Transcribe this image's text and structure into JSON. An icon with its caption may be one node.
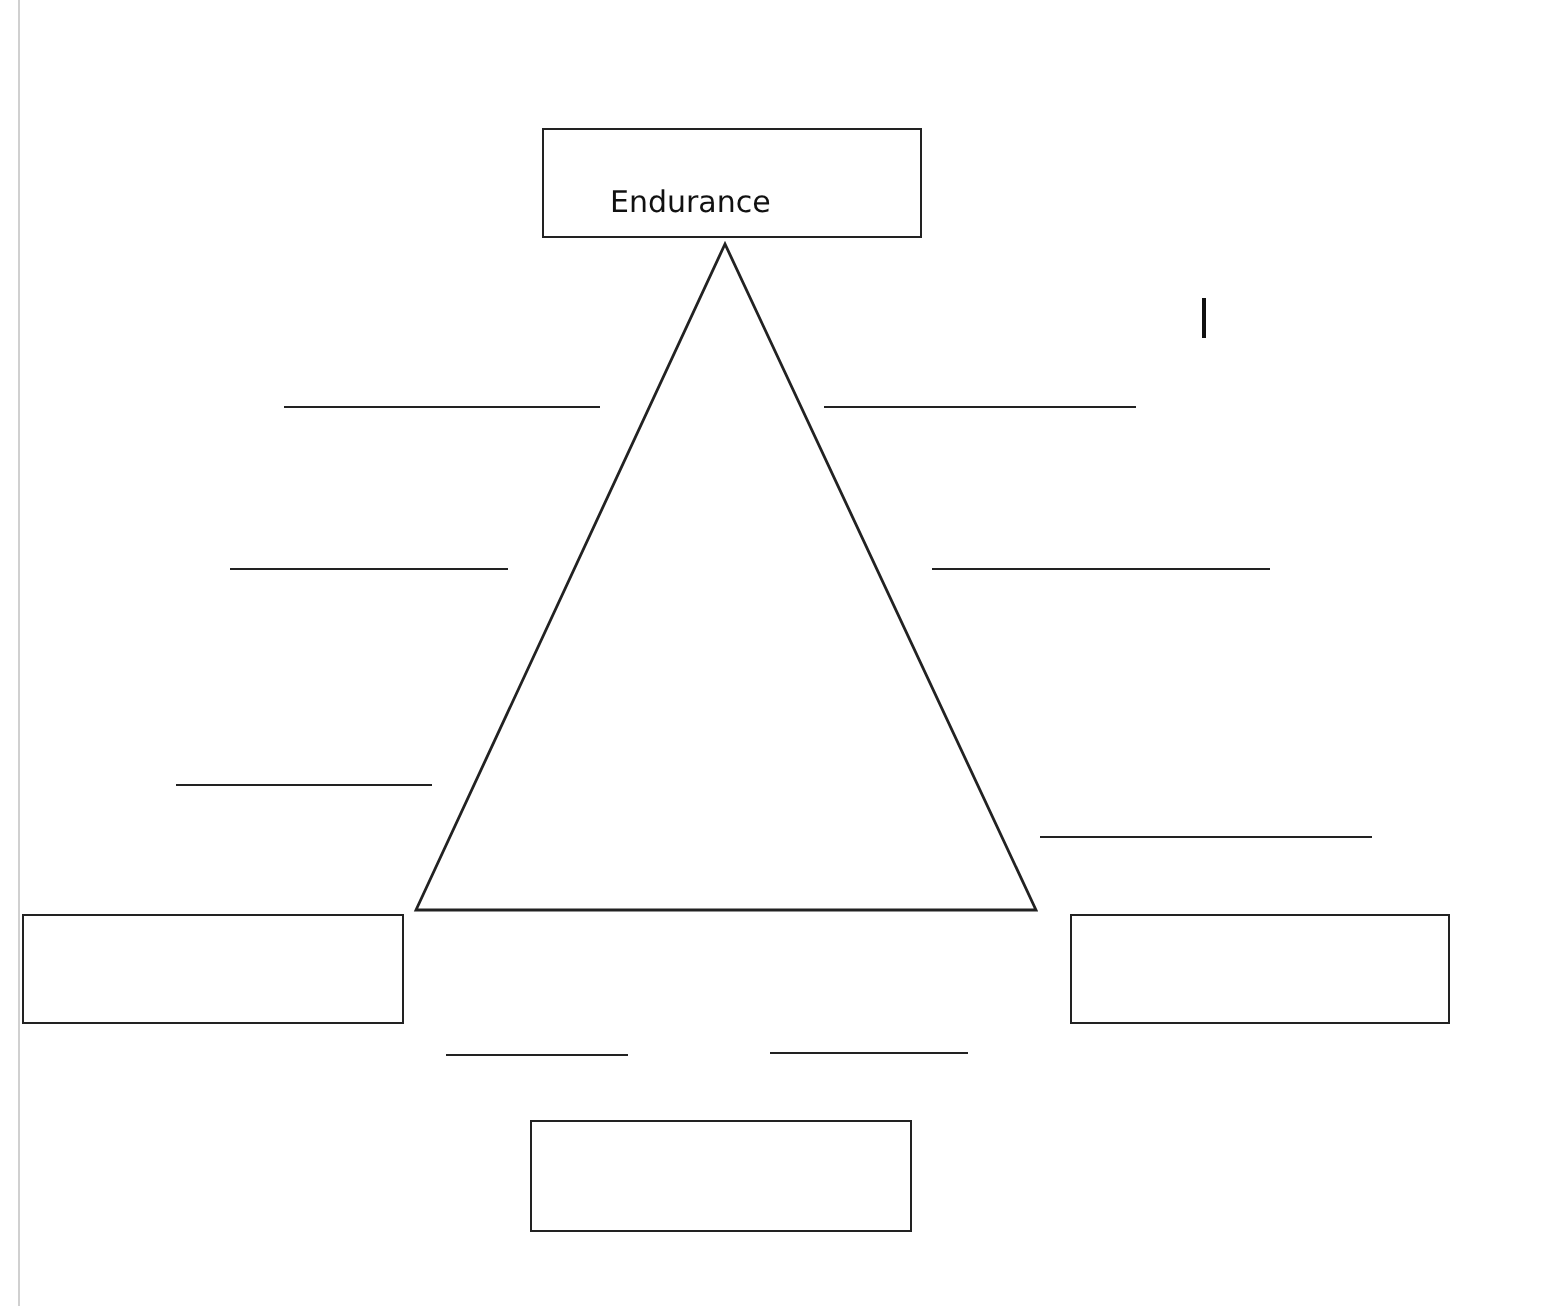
{
  "diagram": {
    "nodes": [
      {
        "text": [
          "Endurance"
        ]
      },
      {
        "text": [],
        "shape": "triangle"
      },
      {
        "text": [],
        "shape": "box"
      },
      {
        "text": [],
        "shape": "box"
      },
      {
        "text": [],
        "shape": "box"
      }
    ]
  }
}
